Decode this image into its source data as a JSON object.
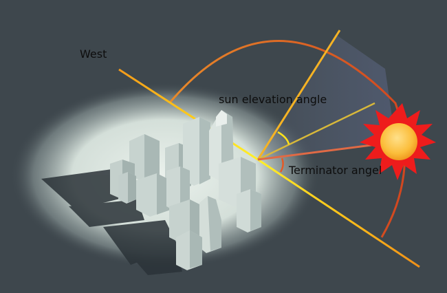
{
  "labels": {
    "west": "West",
    "sun_elevation": "sun elevation angle",
    "terminator": "Terminator angel"
  },
  "colors": {
    "background": "#3e474d",
    "ground_light": "#dfe8e2",
    "arc": "#e0702a",
    "ray_yellow": "#ffe21a",
    "ray_orange": "#f5a01e",
    "sun_rays": "#ee1c1c",
    "sun_core": "#fbbd3a",
    "building": "#c9d6d2"
  },
  "icons": {
    "sun": "sun-icon"
  }
}
